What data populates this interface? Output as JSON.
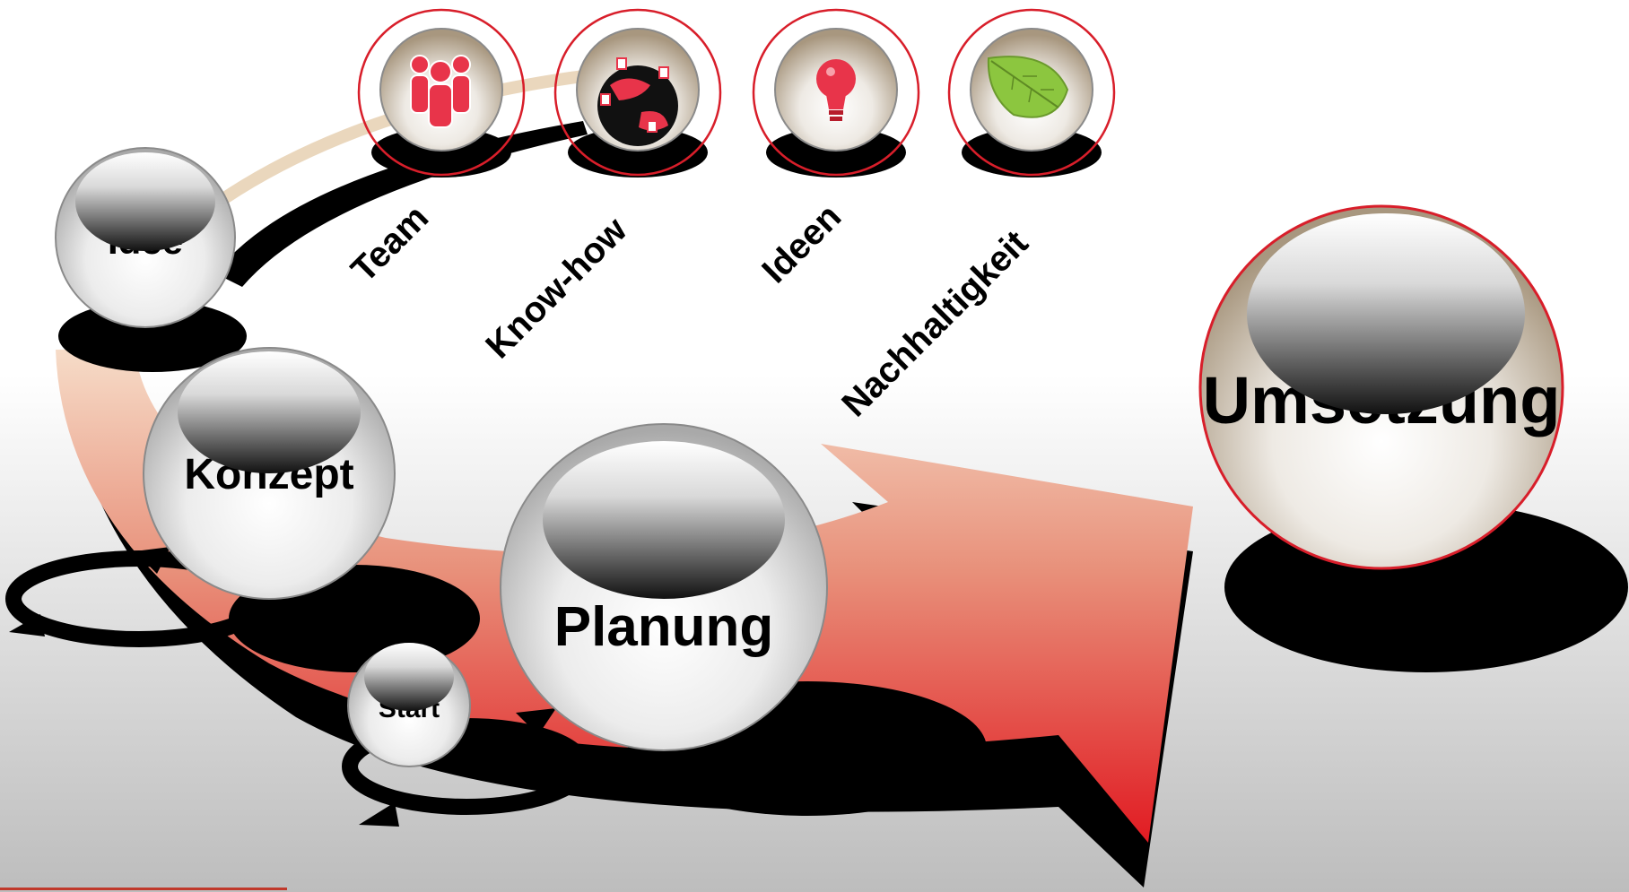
{
  "colors": {
    "arrow_light": "#f2c8b0",
    "arrow_dark": "#e02020",
    "ring": "#d81e2a",
    "accent_icon": "#e8344a",
    "leaf": "#8cc63f",
    "sphere_grey": "#cfcfcf",
    "sphere_beige": "#b8a994"
  },
  "stages": {
    "idee": {
      "label": "Idee"
    },
    "konzept": {
      "label": "Konzept"
    },
    "planung": {
      "label": "Planung"
    },
    "start": {
      "label": "Start"
    },
    "umsetzung": {
      "label": "Umsetzung"
    }
  },
  "pillars": [
    {
      "label": "Team",
      "icon": "team-people-icon"
    },
    {
      "label": "Know-how",
      "icon": "globe-network-icon"
    },
    {
      "label": "Ideen",
      "icon": "lightbulb-icon"
    },
    {
      "label": "Nachhaltigkeit",
      "icon": "leaf-icon"
    }
  ]
}
